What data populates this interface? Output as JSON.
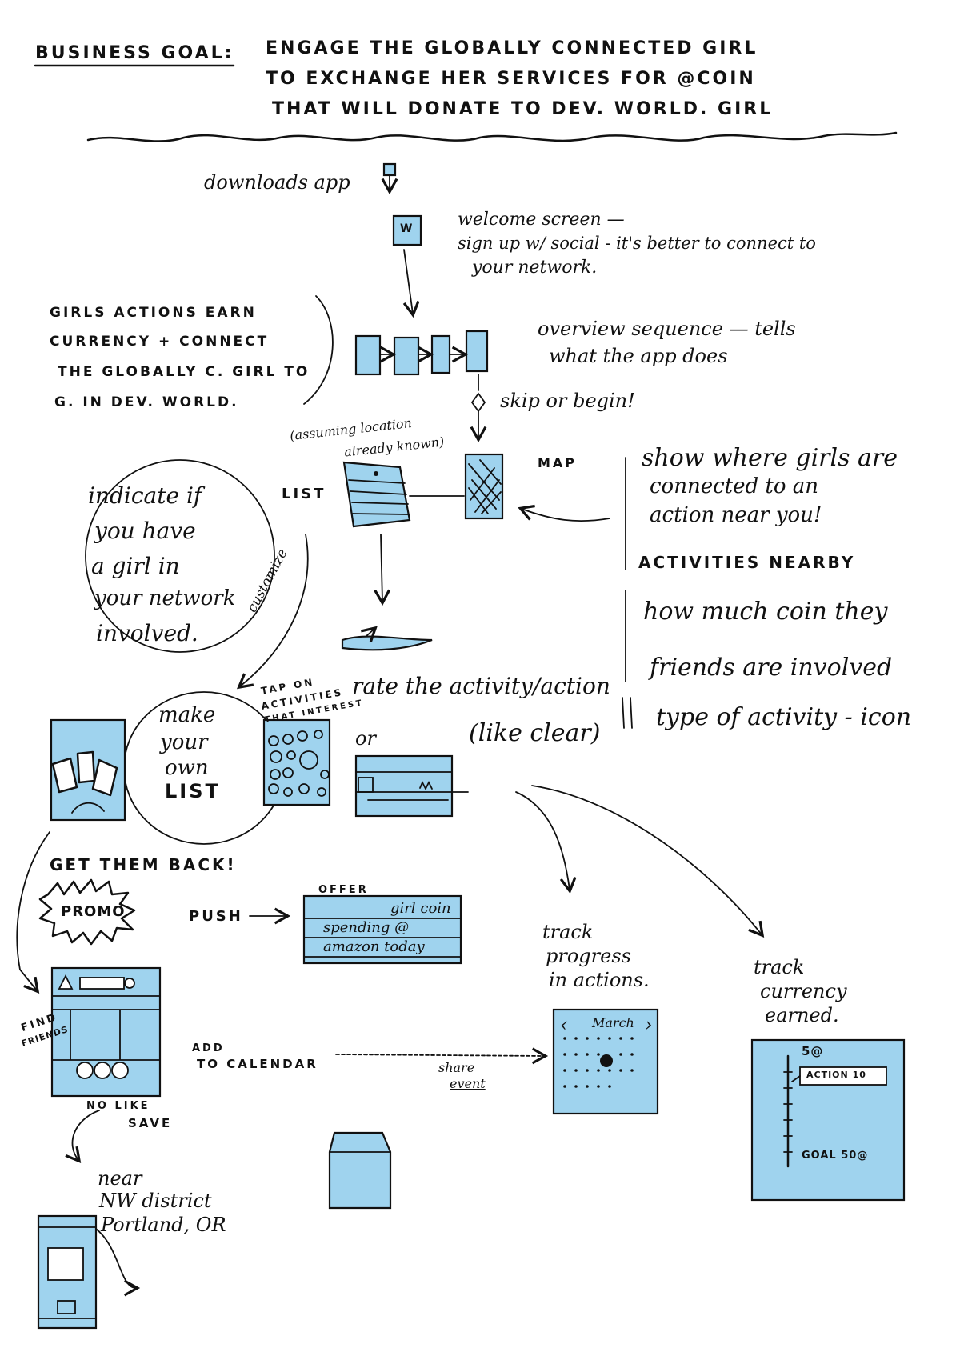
{
  "header": {
    "label": "BUSINESS GOAL:",
    "line1": "ENGAGE THE GLOBALLY CONNECTED GIRL",
    "line2": "TO EXCHANGE HER SERVICES FOR @COIN",
    "line3": "THAT WILL DONATE TO DEV. WORLD. GIRL"
  },
  "flow": {
    "download": "downloads app",
    "welcome_icon": "W",
    "welcome_1": "welcome screen —",
    "welcome_2": "sign up w/ social - it's better to connect to",
    "welcome_3": "your network.",
    "girls_1": "GIRLS ACTIONS EARN",
    "girls_2": "CURRENCY + CONNECT",
    "girls_3": "THE GLOBALLY C. GIRL TO",
    "girls_4": "G. IN DEV. WORLD.",
    "overview_1": "overview sequence — tells",
    "overview_2": "what the app does",
    "skip": "skip or begin!",
    "assume_1": "(assuming location",
    "assume_2": "already known)",
    "list": "LIST",
    "map": "MAP",
    "indicate_1": "indicate if",
    "indicate_2": "you have",
    "indicate_3": "a girl in",
    "indicate_4": "your network",
    "indicate_5": "involved.",
    "customize": "customize",
    "show_1": "show where girls are",
    "show_2": "connected to an",
    "show_3": "action near you!",
    "nearby": "ACTIVITIES NEARBY",
    "coin": "how much coin they",
    "friends": "friends are involved",
    "type": "type of activity - icon",
    "make_1": "make",
    "make_2": "your",
    "make_3": "own",
    "make_4": "LIST",
    "tap_1": "TAP ON",
    "tap_2": "ACTIVITIES",
    "tap_3": "THAT INTEREST",
    "rate": "rate the activity/action",
    "or_like": "or",
    "like_clear": "(like clear)",
    "get_back": "GET THEM BACK!",
    "promo": "PROMO",
    "push": "PUSH",
    "offer": "OFFER",
    "offer_1": "girl coin",
    "offer_2": "spending @",
    "offer_3": "amazon today",
    "find_1": "FIND",
    "find_2": "FRIENDS",
    "add_1": "ADD",
    "add_2": "TO CALENDAR",
    "share_1": "share",
    "share_2": "event",
    "no_like": "NO LIKE",
    "save": "SAVE",
    "near_1": "near",
    "near_2": "NW district",
    "near_3": "Portland, OR",
    "track_p_1": "track",
    "track_p_2": "progress",
    "track_p_3": "in actions.",
    "track_c_1": "track",
    "track_c_2": "currency",
    "track_c_3": "earned.",
    "month": "March",
    "coin_top": "5@",
    "action_tag": "ACTION 10",
    "goal": "GOAL 50@"
  }
}
